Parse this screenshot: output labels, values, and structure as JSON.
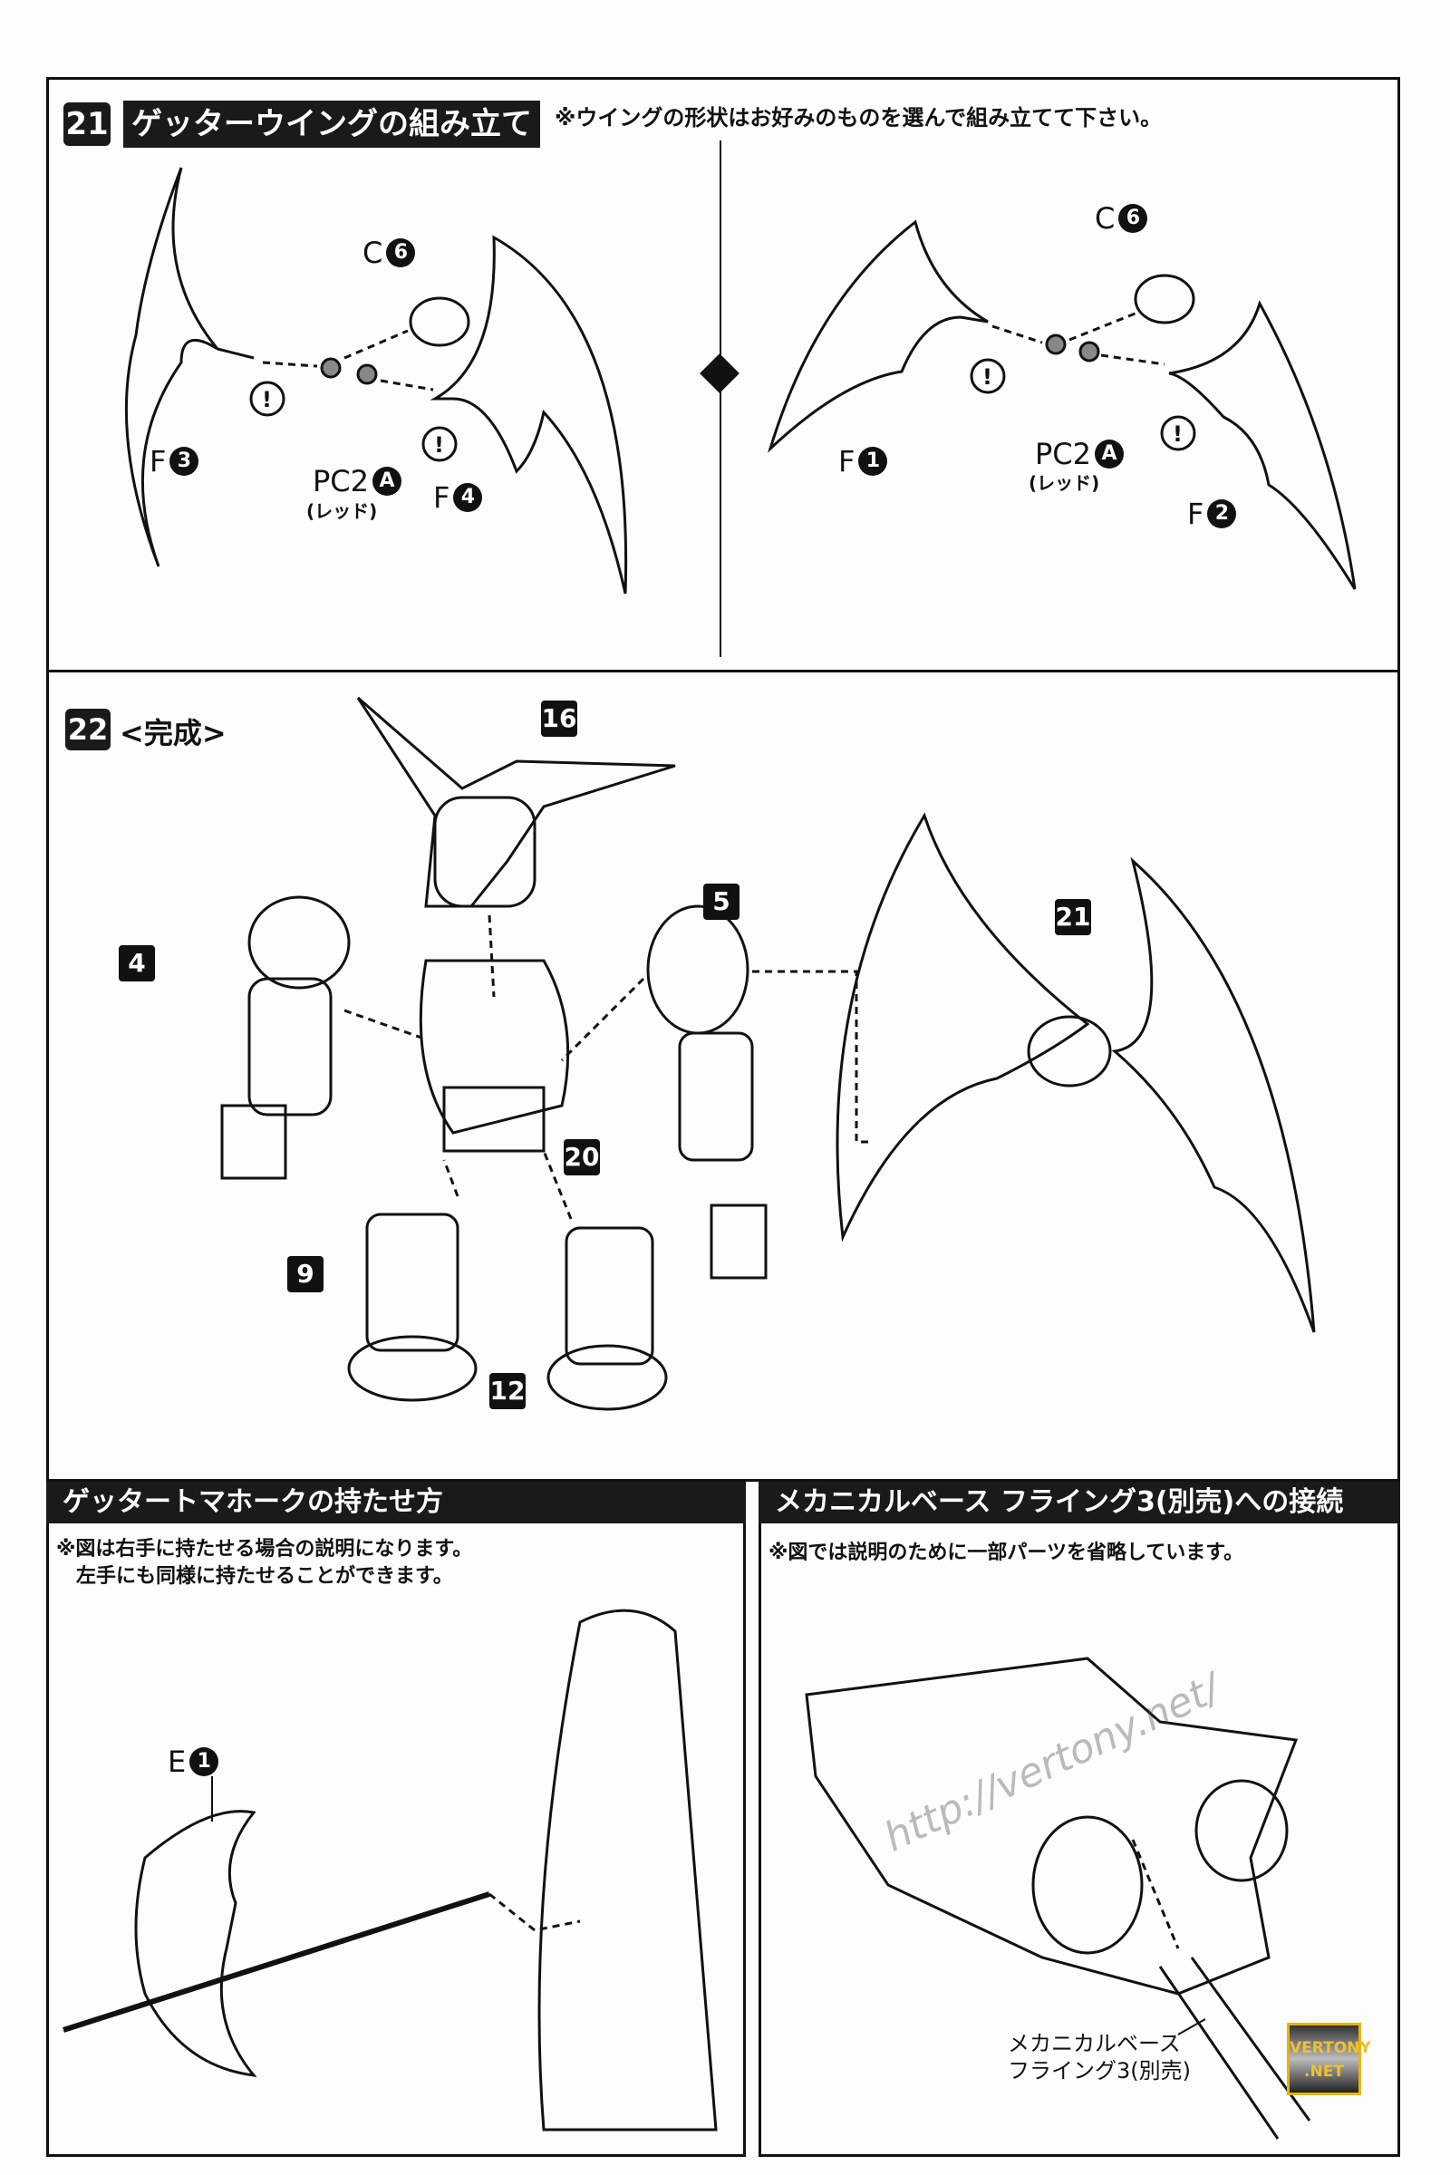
{
  "step21": {
    "number": "21",
    "title": "ゲッターウイングの組み立て",
    "note": "※ウイングの形状はお好みのものを選んで組み立てて下さい。",
    "left": {
      "c": "C",
      "c_num": "6",
      "pc": "PC2",
      "pc_num": "A",
      "pc_color": "(レッド)",
      "f_a": "F",
      "f_a_num": "3",
      "f_b": "F",
      "f_b_num": "4"
    },
    "right": {
      "c": "C",
      "c_num": "6",
      "pc": "PC2",
      "pc_num": "A",
      "pc_color": "(レッド)",
      "f_a": "F",
      "f_a_num": "1",
      "f_b": "F",
      "f_b_num": "2"
    },
    "caution": "!"
  },
  "step22": {
    "number": "22",
    "title": "<完成>",
    "parts": [
      "16",
      "4",
      "5",
      "21",
      "20",
      "9",
      "12"
    ]
  },
  "tomahawk": {
    "title": "ゲッタートマホークの持たせ方",
    "note": "※図は右手に持たせる場合の説明になります。\n　左手にも同様に持たせることができます。",
    "part": "E",
    "part_num": "1"
  },
  "base": {
    "title": "メカニカルベース フライング3(別売)への接続",
    "note": "※図では説明のために一部パーツを省略しています。",
    "callout_line1": "メカニカルベース",
    "callout_line2": "フライング3(別売)",
    "watermark": "http://vertony.net/",
    "logo_line1": "VERTONY",
    "logo_line2": ".NET"
  }
}
